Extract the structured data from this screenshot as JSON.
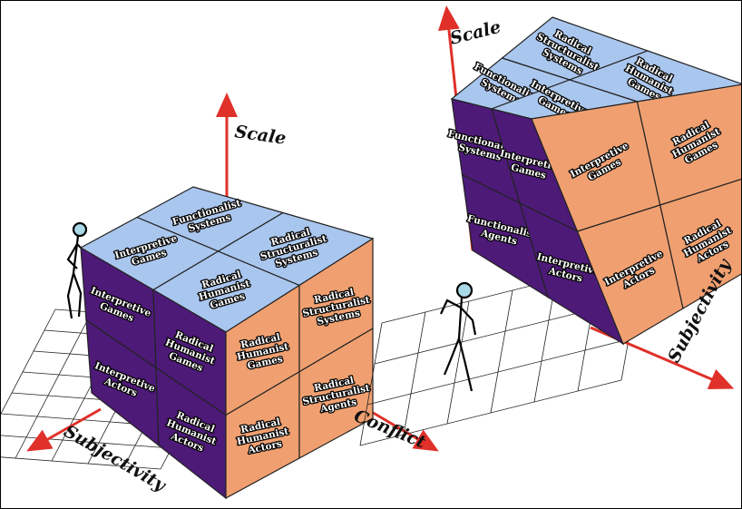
{
  "colors": {
    "top": "#a9c6ee",
    "left": "#4d1a78",
    "right": "#f0a070",
    "axis": "#e0302a",
    "stroke": "#222222"
  },
  "left_diagram": {
    "axes": {
      "scale": "Scale",
      "subjectivity": "Subjectivity",
      "conflict": "Conflict"
    },
    "top": [
      [
        "Functionalist Systems",
        "Radical Structuralist Systems"
      ],
      [
        "Interpretive Games",
        "Radical Humanist Games"
      ]
    ],
    "left": [
      [
        "Interpretive Games",
        "Radical Humanist Games"
      ],
      [
        "Interpretive Actors",
        "Radical Humanist Actors"
      ]
    ],
    "right": [
      [
        "Radical Humanist Games",
        "Radical Structuralist Systems"
      ],
      [
        "Radical Humanist Actors",
        "Radical Structuralist Agents"
      ]
    ]
  },
  "right_diagram": {
    "axes": {
      "scale": "Scale",
      "subjectivity": "Subjectivity"
    },
    "top": [
      [
        "Radical Structuralist Systems",
        "Radical Humanist Games"
      ],
      [
        "Functionalist Systems",
        "Interpretive Games"
      ]
    ],
    "left": [
      [
        "Functionalist Systems",
        "Interpretive Games"
      ],
      [
        "Functionalist Agents",
        "Interpretive Actors"
      ]
    ],
    "right": [
      [
        "Interpretive Games",
        "Radical Humanist Games"
      ],
      [
        "Interpretive Actors",
        "Radical Humanist Actors"
      ]
    ]
  }
}
